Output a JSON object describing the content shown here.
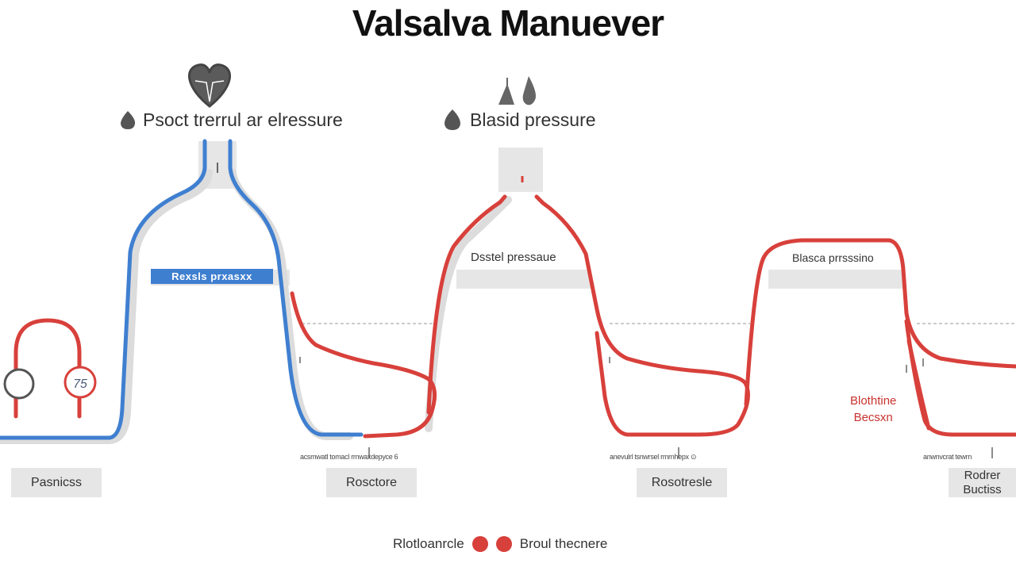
{
  "title": "Valsalva Manuever",
  "headers": {
    "left": "Psoct trerrul ar elressure",
    "right": "Blasid pressure"
  },
  "labels": {
    "blue_tag": "Rexsls prxasxx",
    "mid_center": "Dsstel pressaue",
    "mid_right": "Blasca prrsssino",
    "side_note_line1": "Blothtine",
    "side_note_line2": "Becsxn"
  },
  "ticks": {
    "t1": "acsmwatl tomacl rmwaxdepyce 6",
    "t2": "anevulrl tsnwrsel rmrnhepx ⊙",
    "t3": "anwnvcrat tewrn"
  },
  "phases": [
    "Pasnicss",
    "Rosctore",
    "Rosotresle",
    "Rodrer Buctiss"
  ],
  "legend": {
    "left": "Rlotloanrcle",
    "right": "Broul thecnere"
  },
  "colors": {
    "blue": "#3f7fd0",
    "red": "#d8403b",
    "gray": "#e4e4e4"
  },
  "icons": [
    "heart-icon",
    "drop-icon",
    "stethoscope-icon",
    "gauge-icon"
  ]
}
